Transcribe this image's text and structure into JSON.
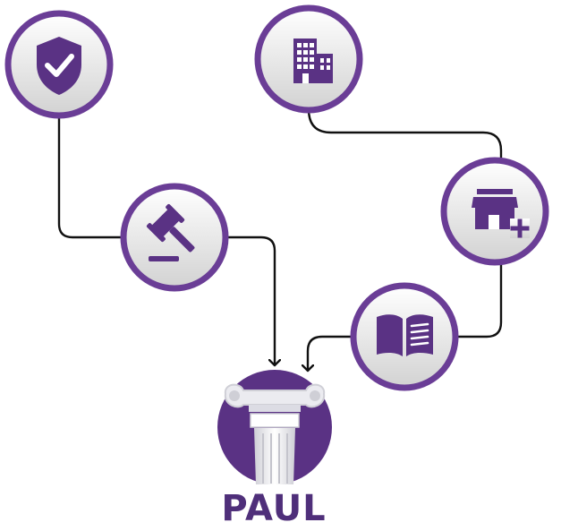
{
  "colors": {
    "accent": "#6a3d96",
    "icon": "#5a3284",
    "connector": "#111111",
    "node_fill_top": "#ffffff",
    "node_fill_bottom": "#d2d2d2",
    "title": "#4f2f7a"
  },
  "nodes": [
    {
      "id": "shield",
      "icon": "shield-check-icon"
    },
    {
      "id": "building",
      "icon": "office-building-icon"
    },
    {
      "id": "gavel",
      "icon": "gavel-icon"
    },
    {
      "id": "store",
      "icon": "store-add-icon"
    },
    {
      "id": "book",
      "icon": "open-book-icon"
    }
  ],
  "hub": {
    "icon": "ionic-column-icon",
    "label": "PAUL"
  }
}
